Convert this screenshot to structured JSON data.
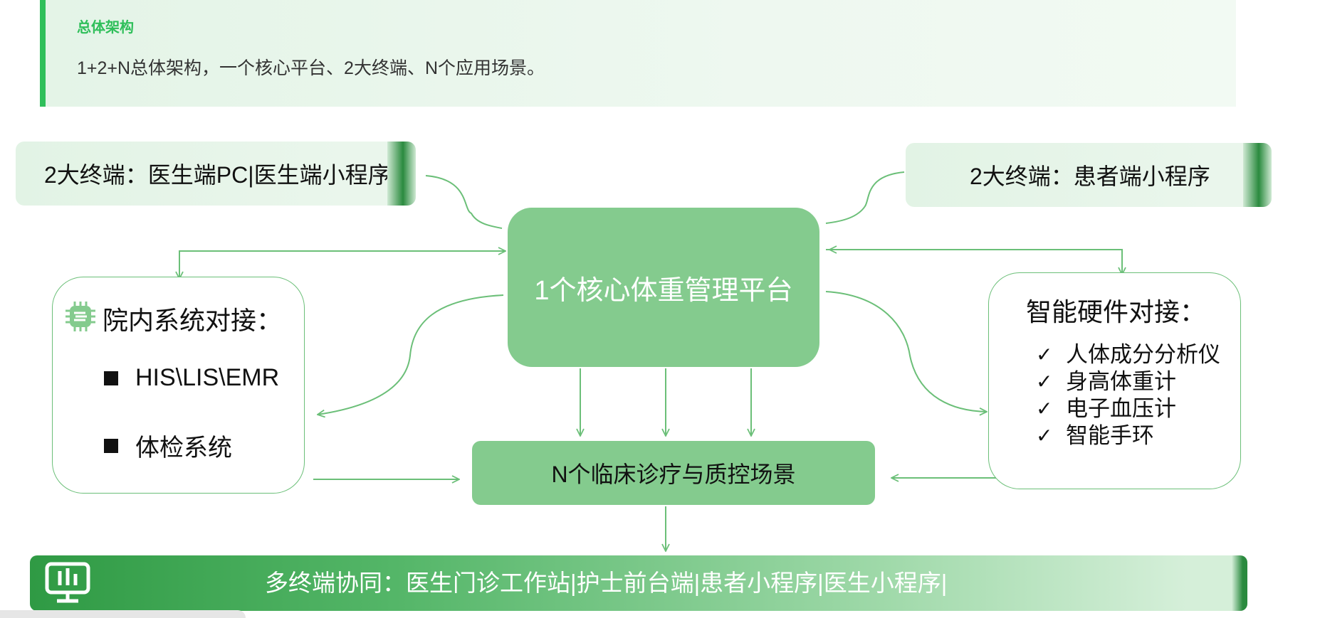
{
  "header": {
    "tag": "总体架构",
    "description": "1+2+N总体架构，一个核心平台、2大终端、N个应用场景。"
  },
  "terminals": {
    "doctor": "2大终端：医生端PC|医生端小程序",
    "patient": "2大终端：患者端小程序"
  },
  "core_platform": "1个核心体重管理平台",
  "scenarios": "N个临床诊疗与质控场景",
  "hospital_systems": {
    "title": "院内系统对接：",
    "items": [
      "HIS\\LIS\\EMR",
      "体检系统"
    ]
  },
  "smart_hardware": {
    "title": "智能硬件对接：",
    "check": "✓",
    "items": [
      "人体成分分析仪",
      "身高体重计",
      "电子血压计",
      "智能手环"
    ]
  },
  "bottom_banner": "多终端协同：医生门诊工作站|护士前台端|患者小程序|医生小程序|",
  "colors": {
    "accent_green": "#2fbf5a",
    "box_green": "#84cb8e",
    "line_green": "#6bbf78",
    "banner_dark": "#2f9a44"
  }
}
